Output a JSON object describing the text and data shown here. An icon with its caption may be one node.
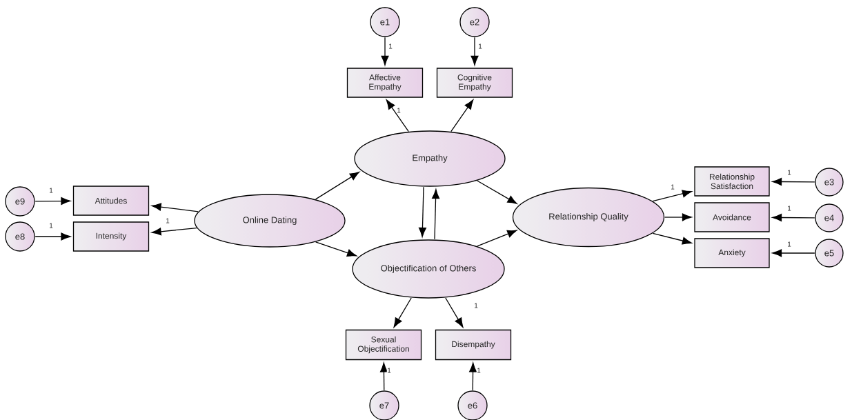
{
  "diagram": {
    "nodes": [
      {
        "text": [
          "e1"
        ]
      },
      {
        "text": [
          "e2"
        ]
      },
      {
        "text": [
          "Affective Empathy"
        ]
      },
      {
        "text": [
          "Cognitive Empathy"
        ]
      },
      {
        "text": [
          "Empathy"
        ]
      },
      {
        "text": [
          "Relationship Satisfaction"
        ]
      },
      {
        "text": [
          "e3"
        ]
      },
      {
        "text": [
          "e9"
        ]
      },
      {
        "text": [
          "Attitudes"
        ]
      },
      {
        "text": [
          "Online Dating"
        ]
      },
      {
        "text": [
          "Avoidance"
        ]
      },
      {
        "text": [
          "e4"
        ]
      },
      {
        "text": [
          "Relationship Quality"
        ]
      },
      {
        "text": [
          "e8"
        ]
      },
      {
        "text": [
          "Intensity"
        ]
      },
      {
        "text": [
          "Anxiety"
        ]
      },
      {
        "text": [
          "e5"
        ]
      },
      {
        "text": [
          "Objectification of Others"
        ]
      },
      {
        "text": [
          "Sexual Objectification"
        ]
      },
      {
        "text": [
          "Disempathy"
        ]
      },
      {
        "text": [
          "e7"
        ]
      },
      {
        "text": [
          "e6"
        ]
      }
    ],
    "edges": [
      {
        "from": 0,
        "to": 2,
        "arrow": "to",
        "label": "1"
      },
      {
        "from": 1,
        "to": 3,
        "arrow": "to",
        "label": "1"
      },
      {
        "from": 4,
        "to": 2,
        "arrow": "to",
        "label": "1"
      },
      {
        "from": 4,
        "to": 3,
        "arrow": "to"
      },
      {
        "from": 9,
        "to": 8,
        "arrow": "to"
      },
      {
        "from": 9,
        "to": 14,
        "arrow": "to",
        "label": "1"
      },
      {
        "from": 7,
        "to": 8,
        "arrow": "to",
        "label": "1"
      },
      {
        "from": 13,
        "to": 14,
        "arrow": "to",
        "label": "1"
      },
      {
        "from": 9,
        "to": 4,
        "arrow": "to"
      },
      {
        "from": 9,
        "to": 17,
        "arrow": "to"
      },
      {
        "from": 4,
        "to": 17,
        "arrow": "to"
      },
      {
        "from": 17,
        "to": 4,
        "arrow": "to"
      },
      {
        "from": 4,
        "to": 12,
        "arrow": "to"
      },
      {
        "from": 17,
        "to": 12,
        "arrow": "to"
      },
      {
        "from": 12,
        "to": 5,
        "arrow": "to",
        "label": "1"
      },
      {
        "from": 12,
        "to": 10,
        "arrow": "to"
      },
      {
        "from": 12,
        "to": 15,
        "arrow": "to"
      },
      {
        "from": 6,
        "to": 5,
        "arrow": "to",
        "label": "1"
      },
      {
        "from": 11,
        "to": 10,
        "arrow": "to",
        "label": "1"
      },
      {
        "from": 16,
        "to": 15,
        "arrow": "to",
        "label": "1"
      },
      {
        "from": 17,
        "to": 18,
        "arrow": "to"
      },
      {
        "from": 17,
        "to": 19,
        "arrow": "to",
        "label": "1"
      },
      {
        "from": 20,
        "to": 18,
        "arrow": "to",
        "label": "1"
      },
      {
        "from": 21,
        "to": 19,
        "arrow": "to",
        "label": "1"
      }
    ]
  }
}
